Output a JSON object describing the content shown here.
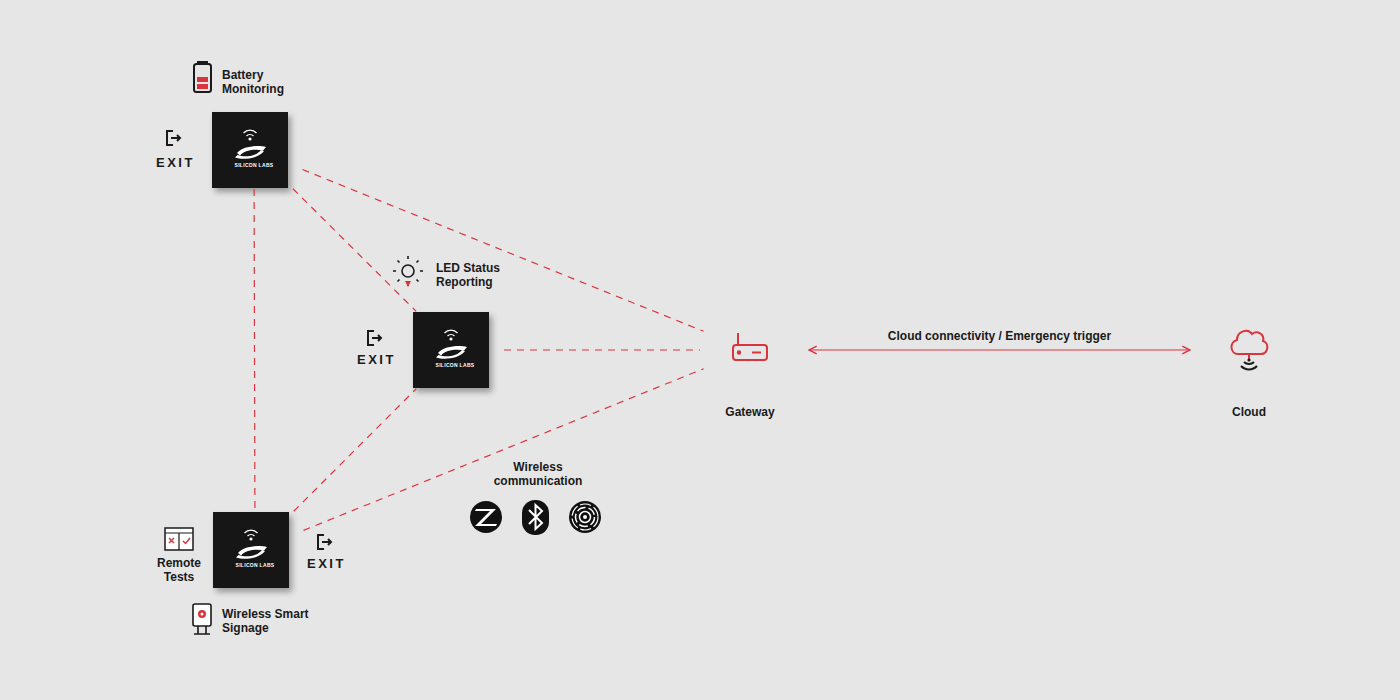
{
  "diagram": {
    "nodes": [
      {
        "text": [
          "Battery Monitoring",
          "EXIT"
        ]
      },
      {
        "text": [
          "SILICON LABS"
        ],
        "in": 0
      },
      {
        "text": [
          "LED Status Reporting",
          "EXIT"
        ]
      },
      {
        "text": [
          "SILICON LABS"
        ],
        "in": 2
      },
      {
        "text": [
          "Remote Tests",
          "EXIT",
          "Wireless Smart Signage"
        ]
      },
      {
        "text": [
          "SILICON LABS"
        ],
        "in": 4
      },
      {
        "text": [
          "Gateway"
        ]
      },
      {
        "text": [
          "Cloud"
        ]
      }
    ],
    "edges": [
      {
        "from": 1,
        "to": 3,
        "arrow": "none"
      },
      {
        "from": 1,
        "to": 6,
        "arrow": "none"
      },
      {
        "from": 1,
        "to": 5,
        "arrow": "none"
      },
      {
        "from": 3,
        "to": 6,
        "arrow": "none"
      },
      {
        "from": 5,
        "to": 3,
        "arrow": "none"
      },
      {
        "from": 5,
        "to": 6,
        "arrow": "none"
      },
      {
        "from": 6,
        "to": 7,
        "label": "Cloud connectivity / Emergency trigger",
        "arrow": "both"
      }
    ],
    "labels": [
      "Wireless communication"
    ]
  }
}
